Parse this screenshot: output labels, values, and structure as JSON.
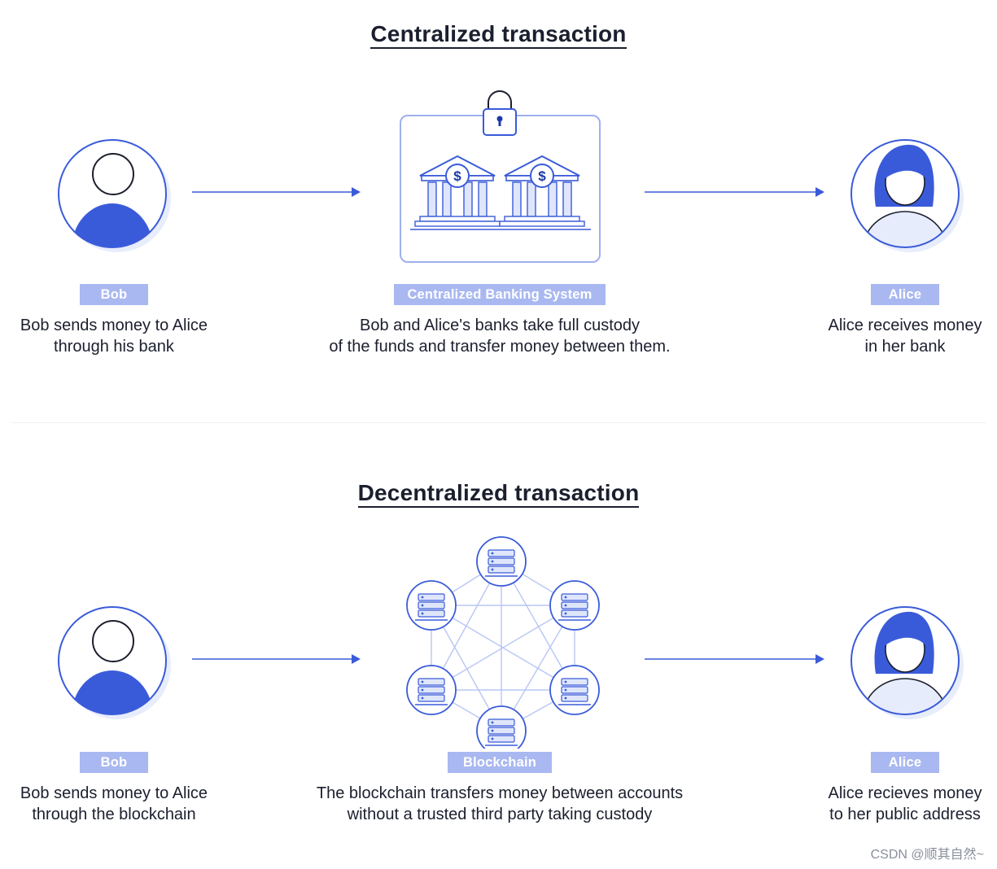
{
  "centralized": {
    "title": "Centralized transaction",
    "sender": {
      "badge": "Bob",
      "line1": "Bob sends money to Alice",
      "line2": "through his bank"
    },
    "middle": {
      "badge": "Centralized Banking System",
      "line1": "Bob and Alice's banks take full custody",
      "line2": "of the funds and transfer money between them."
    },
    "receiver": {
      "badge": "Alice",
      "line1": "Alice receives money",
      "line2": "in her bank"
    }
  },
  "decentralized": {
    "title": "Decentralized transaction",
    "sender": {
      "badge": "Bob",
      "line1": "Bob sends money to Alice",
      "line2": "through the blockchain"
    },
    "middle": {
      "badge": "Blockchain",
      "line1": "The blockchain transfers money between accounts",
      "line2": "without a trusted third party taking custody"
    },
    "receiver": {
      "badge": "Alice",
      "line1": "Alice recieves money",
      "line2": "to her public address"
    }
  },
  "icons": {
    "person": "person-avatar-icon",
    "woman": "woman-avatar-icon",
    "bank": "bank-building-icon",
    "lock": "padlock-icon",
    "server": "server-node-icon",
    "arrow": "arrow-right-icon"
  },
  "colors": {
    "accent": "#3a5bd9",
    "badge": "#a9b8f0",
    "light": "#e6ecfb",
    "outline": "#3a5bd9"
  },
  "watermark": "CSDN @顺其自然~"
}
